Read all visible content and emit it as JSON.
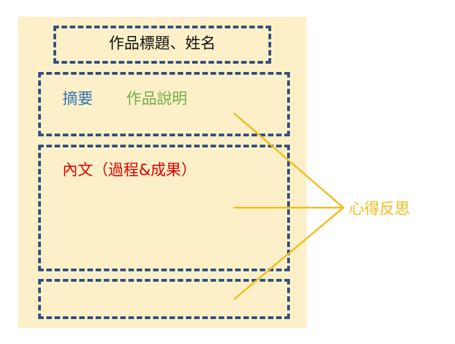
{
  "title_box": {
    "text": "作品標題、姓名"
  },
  "summary_box": {
    "summary_label": "摘要",
    "description_label": "作品說明"
  },
  "content_box": {
    "label": "內文（過程&成果）"
  },
  "reflection": {
    "label": "心得反思"
  },
  "colors": {
    "page_background": "#FDF0C8",
    "dashed_border": "#2F4F7F",
    "summary_text": "#2E74B5",
    "description_text": "#70AD47",
    "content_text": "#E00000",
    "reflection": "#F2BC1B"
  }
}
